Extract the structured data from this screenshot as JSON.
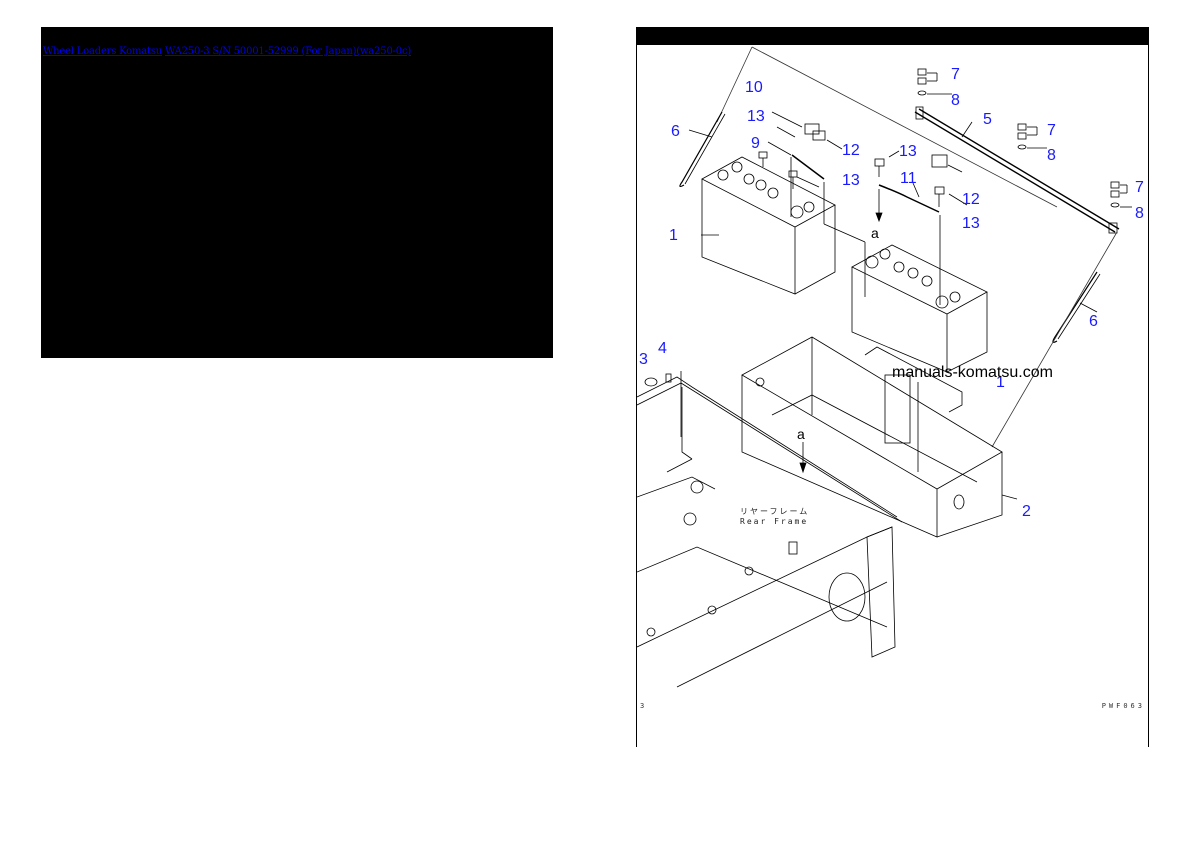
{
  "header": {
    "category_link": "Wheel Loaders Komatsu",
    "model_link": "WA250-3 S/N 50001-52999 (For Japan)(wa250-0c)"
  },
  "diagram": {
    "watermark": "manuals-komatsu.com",
    "frame_label_jp": "リヤーフレーム",
    "frame_label_en": "Rear Frame",
    "figure_number": "3",
    "figure_code": "PWF063",
    "callouts": {
      "c1a": "1",
      "c1b": "1",
      "c2": "2",
      "c3": "3",
      "c4": "4",
      "c5": "5",
      "c6a": "6",
      "c6b": "6",
      "c7a": "7",
      "c7b": "7",
      "c7c": "7",
      "c8a": "8",
      "c8b": "8",
      "c8c": "8",
      "c9": "9",
      "c10": "10",
      "c11": "11",
      "c12a": "12",
      "c12b": "12",
      "c13a": "13",
      "c13b": "13",
      "c13c": "13",
      "c13d": "13",
      "a1": "a",
      "a2": "a"
    },
    "colors": {
      "callout": "#1a1aff",
      "line": "#000000",
      "link": "#0000ee"
    }
  }
}
